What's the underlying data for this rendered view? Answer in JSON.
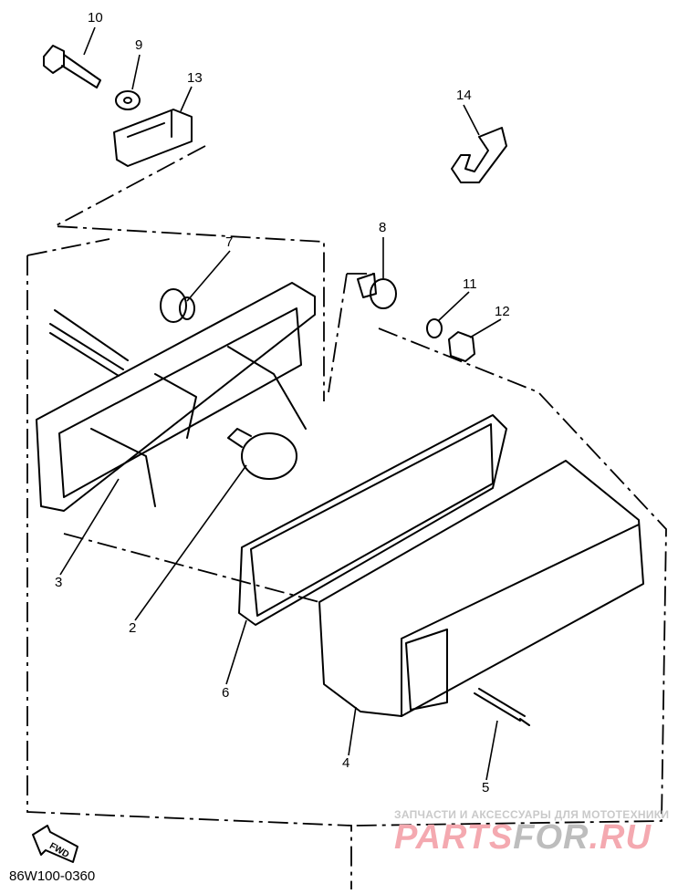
{
  "diagram": {
    "drawing_code": "86W100-0360",
    "direction_label": "FWD",
    "callouts": [
      "10",
      "9",
      "13",
      "14",
      "7",
      "8",
      "11",
      "12",
      "3",
      "2",
      "6",
      "4",
      "5"
    ]
  },
  "watermark": {
    "subtitle": "ЗАПЧАСТИ И АКСЕССУАРЫ ДЛЯ МОТОТЕХНИКИ",
    "brand_left": "PARTS",
    "brand_mid": "FOR",
    "brand_right": ".RU"
  }
}
